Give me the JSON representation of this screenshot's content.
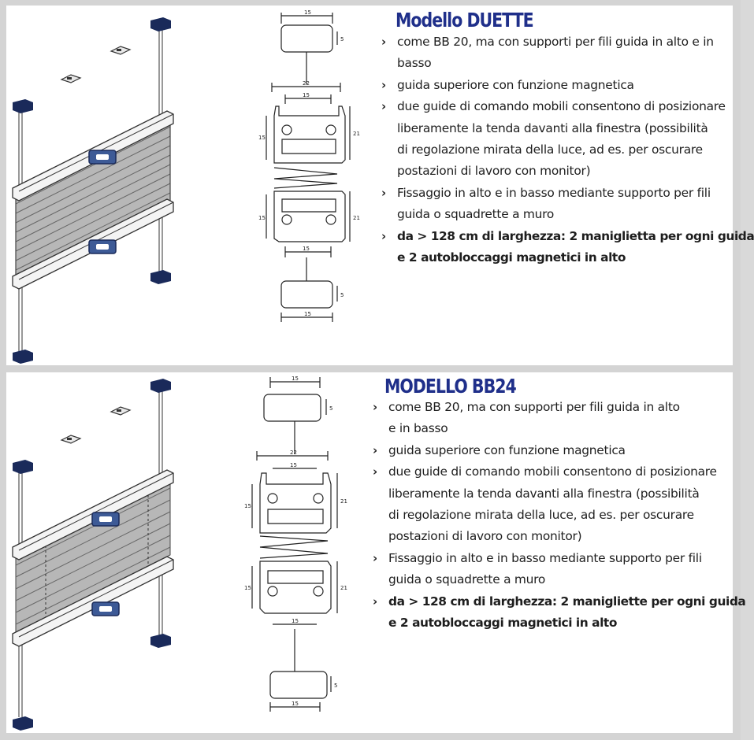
{
  "sections": [
    {
      "title": "Modello DUETTE",
      "bullets": [
        {
          "bold": false,
          "lines": [
            "come BB 20, ma con supporti per fili guida in alto e in",
            "basso"
          ]
        },
        {
          "bold": false,
          "lines": [
            "guida superiore con funzione magnetica"
          ]
        },
        {
          "bold": false,
          "lines": [
            "due guide di comando mobili consentono di posizionare",
            "liberamente la tenda davanti alla finestra (possibilità",
            "di regolazione mirata della luce, ad es. per oscurare",
            "postazioni di lavoro con monitor)"
          ]
        },
        {
          "bold": false,
          "lines": [
            "Fissaggio in alto e in basso mediante supporto per fili",
            "guida o squadrette a muro"
          ]
        },
        {
          "bold": true,
          "lines": [
            "da > 128 cm di larghezza: 2 maniglietta per ogni guida",
            "e 2 autobloccaggi magnetici in alto"
          ]
        }
      ],
      "dims": {
        "top_width": "15",
        "top_height": "5",
        "rail_width": "22",
        "inner_top": "15",
        "rail_height": "21",
        "side": "15",
        "bottom_rail_height": "21",
        "bottom_side": "15",
        "inner_bottom": "15",
        "bot_height": "5",
        "bot_width": "15"
      }
    },
    {
      "title": "MODELLO BB24",
      "bullets": [
        {
          "bold": false,
          "lines": [
            "come BB 20, ma con supporti per fili guida in alto",
            "e in basso"
          ]
        },
        {
          "bold": false,
          "lines": [
            "guida superiore con funzione magnetica"
          ]
        },
        {
          "bold": false,
          "lines": [
            "due guide di comando mobili consentono di posizionare",
            "liberamente la tenda davanti alla finestra (possibilità",
            "di regolazione mirata della luce, ad es. per oscurare",
            "postazioni di lavoro con monitor)"
          ]
        },
        {
          "bold": false,
          "lines": [
            "Fissaggio in alto e in basso mediante supporto per fili",
            "guida o squadrette a muro"
          ]
        },
        {
          "bold": true,
          "lines": [
            "da > 128 cm di larghezza: 2 manigliette per ogni guida",
            "e 2 autobloccaggi magnetici in alto"
          ]
        }
      ],
      "dims": {
        "top_width": "15",
        "top_height": "5",
        "rail_width": "22",
        "inner_top": "15",
        "rail_height": "21",
        "side": "15",
        "bottom_rail_height": "21",
        "bottom_side": "15",
        "inner_bottom": "15",
        "bot_height": "5",
        "bot_width": "15"
      }
    }
  ],
  "colors": {
    "title": "#1f2f8a",
    "bracket": "#1a2a5a",
    "handle": "#3d5a96",
    "fabric": "#b7b7b7",
    "rail": "#f4f4f4"
  }
}
